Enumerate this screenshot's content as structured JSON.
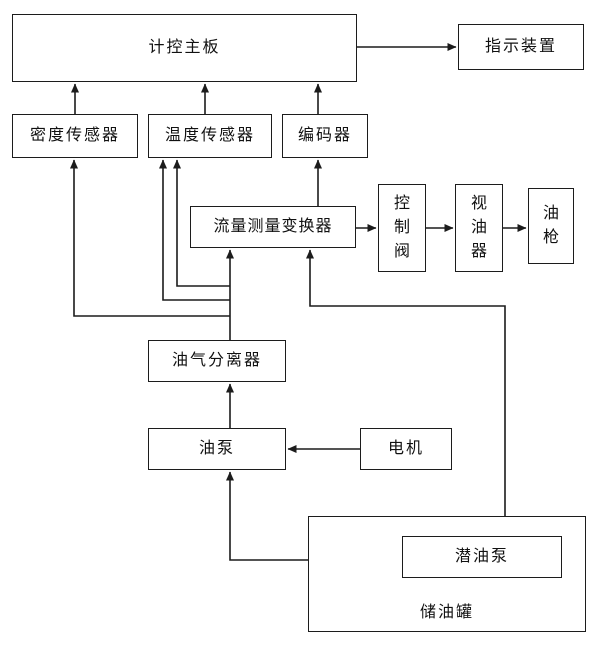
{
  "diagram": {
    "type": "block-diagram",
    "description": "Fuel dispenser system block diagram",
    "colors": {
      "line": "#1c1c1c",
      "background": "#ffffff",
      "box_fill": "#ffffff"
    },
    "nodes": {
      "mainboard": {
        "label": "计控主板"
      },
      "indicator": {
        "label": "指示装置"
      },
      "density_sensor": {
        "label": "密度传感器"
      },
      "temperature_sensor": {
        "label": "温度传感器"
      },
      "encoder": {
        "label": "编码器"
      },
      "flow_transducer": {
        "label": "流量测量变换器"
      },
      "control_valve": {
        "label": "控制阀"
      },
      "sight_glass": {
        "label": "视油器"
      },
      "nozzle": {
        "label": "油枪"
      },
      "separator": {
        "label": "油气分离器"
      },
      "oil_pump": {
        "label": "油泵"
      },
      "motor": {
        "label": "电机"
      },
      "submersible_pump": {
        "label": "潜油泵"
      },
      "storage_tank": {
        "label": "储油罐"
      }
    },
    "edges": [
      {
        "from": "mainboard",
        "to": "indicator"
      },
      {
        "from": "density_sensor",
        "to": "mainboard"
      },
      {
        "from": "temperature_sensor",
        "to": "mainboard"
      },
      {
        "from": "encoder",
        "to": "mainboard"
      },
      {
        "from": "flow_transducer",
        "to": "encoder"
      },
      {
        "from": "flow_transducer",
        "to": "control_valve"
      },
      {
        "from": "control_valve",
        "to": "sight_glass"
      },
      {
        "from": "sight_glass",
        "to": "nozzle"
      },
      {
        "from": "separator",
        "to": "flow_transducer"
      },
      {
        "from": "separator",
        "to": "density_sensor"
      },
      {
        "from": "separator",
        "to": "temperature_sensor"
      },
      {
        "from": "separator",
        "to": "temperature_sensor"
      },
      {
        "from": "storage_tank",
        "to": "flow_transducer"
      },
      {
        "from": "oil_pump",
        "to": "separator"
      },
      {
        "from": "motor",
        "to": "oil_pump"
      },
      {
        "from": "storage_tank",
        "to": "oil_pump"
      }
    ]
  }
}
